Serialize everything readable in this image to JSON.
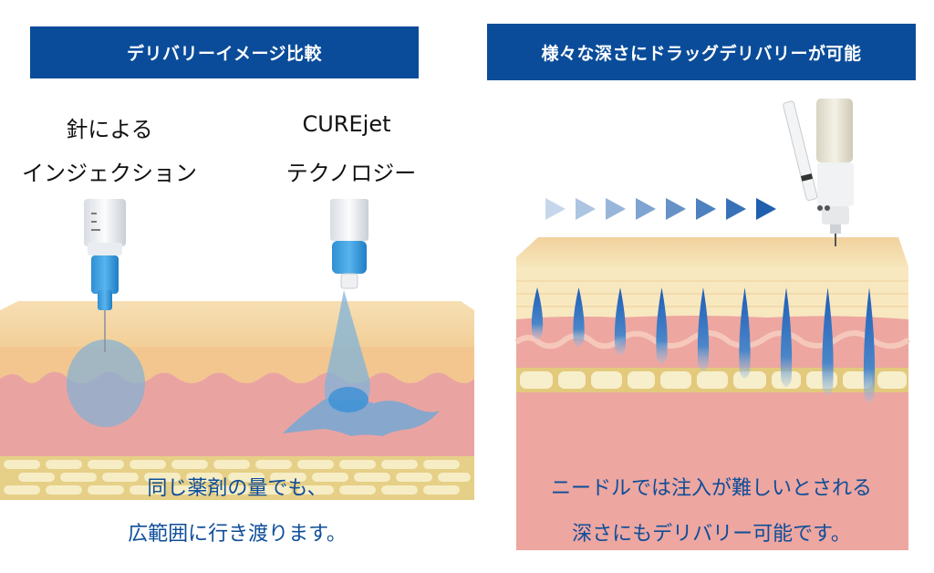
{
  "left_panel": {
    "banner_title": "デリバリーイメージ比較",
    "needle_label": [
      "針による",
      "インジェクション"
    ],
    "curejet_label": [
      "CUREjet",
      "テクノロジー"
    ],
    "caption": [
      "同じ薬剤の量でも、",
      "広範囲に行き渡ります。"
    ]
  },
  "right_panel": {
    "banner_title": "様々な深さにドラッグデリバリーが可能",
    "caption": [
      "ニードルでは注入が難しいとされる",
      "深さにもデリバリー可能です。"
    ],
    "arrow_count": 8,
    "injection_depths": [
      0.35,
      0.42,
      0.5,
      0.58,
      0.65,
      0.72,
      0.8,
      0.88,
      0.95
    ]
  },
  "colors": {
    "banner_bg": "#0a4c99",
    "caption_text": "#0d4d99",
    "skin_epidermis": "#f1d6a6",
    "skin_dermis": "#e8a2a0",
    "fat_layer": "#f2e2a6",
    "drug_blue": "#3a78c4"
  }
}
